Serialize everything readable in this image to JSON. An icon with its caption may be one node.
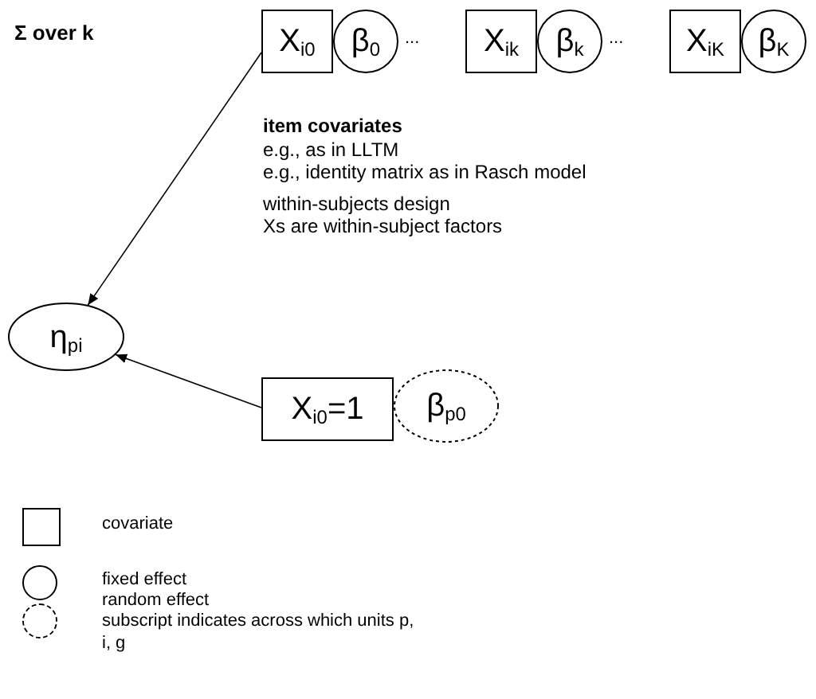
{
  "diagram": {
    "nodes": [
      {
        "text": [
          "η$_{pi}$"
        ]
      },
      {
        "text": [
          "X$_{i0}$"
        ]
      },
      {
        "text": [
          "β$_{0}$"
        ]
      },
      {
        "text": [
          "X$_{ik}$"
        ]
      },
      {
        "text": [
          "β$_{k}$"
        ]
      },
      {
        "text": [
          "X$_{iK}$"
        ]
      },
      {
        "text": [
          "β$_{K}$"
        ]
      },
      {
        "text": [
          "X$_{i0}$=1"
        ]
      },
      {
        "text": [
          "β$_{p0}$"
        ]
      }
    ],
    "edges": [
      {
        "from": 1,
        "to": 0,
        "arrow": "to"
      },
      {
        "from": 7,
        "to": 0,
        "arrow": "to"
      }
    ],
    "labels": [
      "Σ over k",
      "...",
      "...",
      "item covariates",
      "e.g., as in LLTM",
      "e.g., identity matrix as in Rasch model",
      "within-subjects design",
      "Xs are within-subject factors",
      "subscript indicates across which units p, i, g"
    ],
    "legend": [
      {
        "text": "covariate"
      },
      {
        "text": "fixed effect"
      },
      {
        "text": "random effect"
      }
    ]
  }
}
